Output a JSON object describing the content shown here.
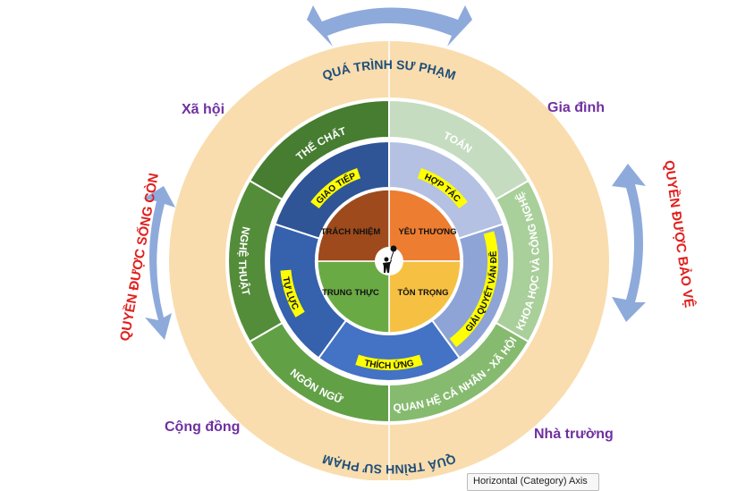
{
  "colors": {
    "outer_ring": "#f9ddae",
    "process_text": "#1f4e79",
    "environment_text": "#7030a0",
    "rights_text": "#e0201e",
    "arrow": "#8eaadb",
    "highlight": "#ffff00"
  },
  "process": {
    "top": "QUÁ TRÌNH SƯ PHẠM",
    "bottom": "QUÁ TRÌNH SƯ PHẠM"
  },
  "environments": {
    "top_left": "Xã hội",
    "top_right": "Gia đình",
    "bottom_left": "Cộng đồng",
    "bottom_right": "Nhà trường"
  },
  "rights": {
    "left": "QUYỀN ĐƯỢC SỐNG CÒN",
    "right": "QUYỀN ĐƯỢC BẢO VỆ"
  },
  "subjects": [
    {
      "label": "TOÁN",
      "color": "#c5dcc0"
    },
    {
      "label": "KHOA HỌC VÀ CÔNG NGHỆ",
      "color": "#a9cf9a"
    },
    {
      "label": "QUAN HỆ CÁ NHÂN - XÃ HỘI",
      "color": "#86bb6f"
    },
    {
      "label": "NGÔN NGỮ",
      "color": "#62a046"
    },
    {
      "label": "NGHỆ THUẬT",
      "color": "#548d3a"
    },
    {
      "label": "THỂ CHẤT",
      "color": "#467d31"
    }
  ],
  "skills": [
    {
      "label": "HỢP TÁC",
      "color": "#b4c1e2"
    },
    {
      "label": "GIẢI QUYẾT VẤN ĐỀ",
      "color": "#8ea4d6"
    },
    {
      "label": "THÍCH ỨNG",
      "color": "#4472c4"
    },
    {
      "label": "TỰ LỰC",
      "color": "#3561ad"
    },
    {
      "label": "GIAO TIẾP",
      "color": "#2f5597"
    }
  ],
  "values": [
    {
      "label": "YÊU THƯƠNG",
      "color": "#ed7d31"
    },
    {
      "label": "TÔN TRỌNG",
      "color": "#f6c143"
    },
    {
      "label": "TRUNG THỰC",
      "color": "#6aaa45"
    },
    {
      "label": "TRÁCH NHIỆM",
      "color": "#9e4a1c"
    }
  ],
  "center_icon": "child-with-balloon-icon",
  "tooltip": {
    "text": "Horizontal (Category) Axis"
  }
}
